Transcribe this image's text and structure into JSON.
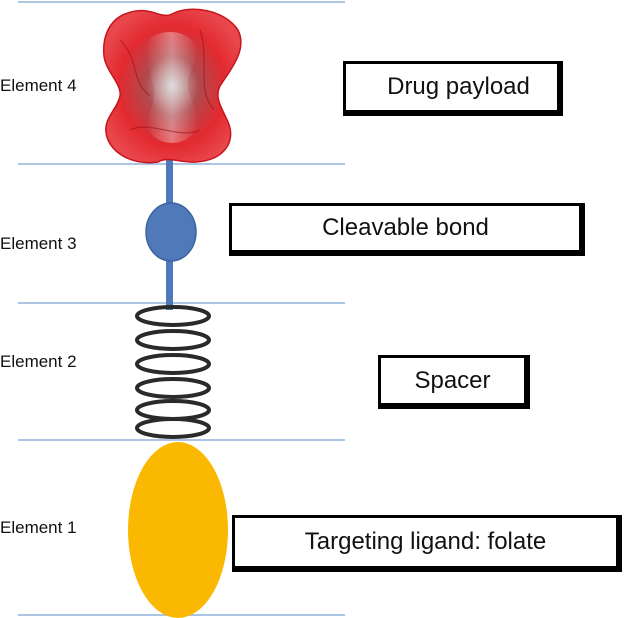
{
  "elements": [
    {
      "label": "Element 4",
      "component": "Drug payload"
    },
    {
      "label": "Element 3",
      "component": "Cleavable bond"
    },
    {
      "label": "Element 2",
      "component": "Spacer"
    },
    {
      "label": "Element 1",
      "component": "Targeting ligand: folate"
    }
  ],
  "colors": {
    "divider": "#8fb4d8",
    "drug_payload": "#e03036",
    "bond": "#4f79b8",
    "spring": "#2a2a2a",
    "ligand": "#fbb800"
  }
}
